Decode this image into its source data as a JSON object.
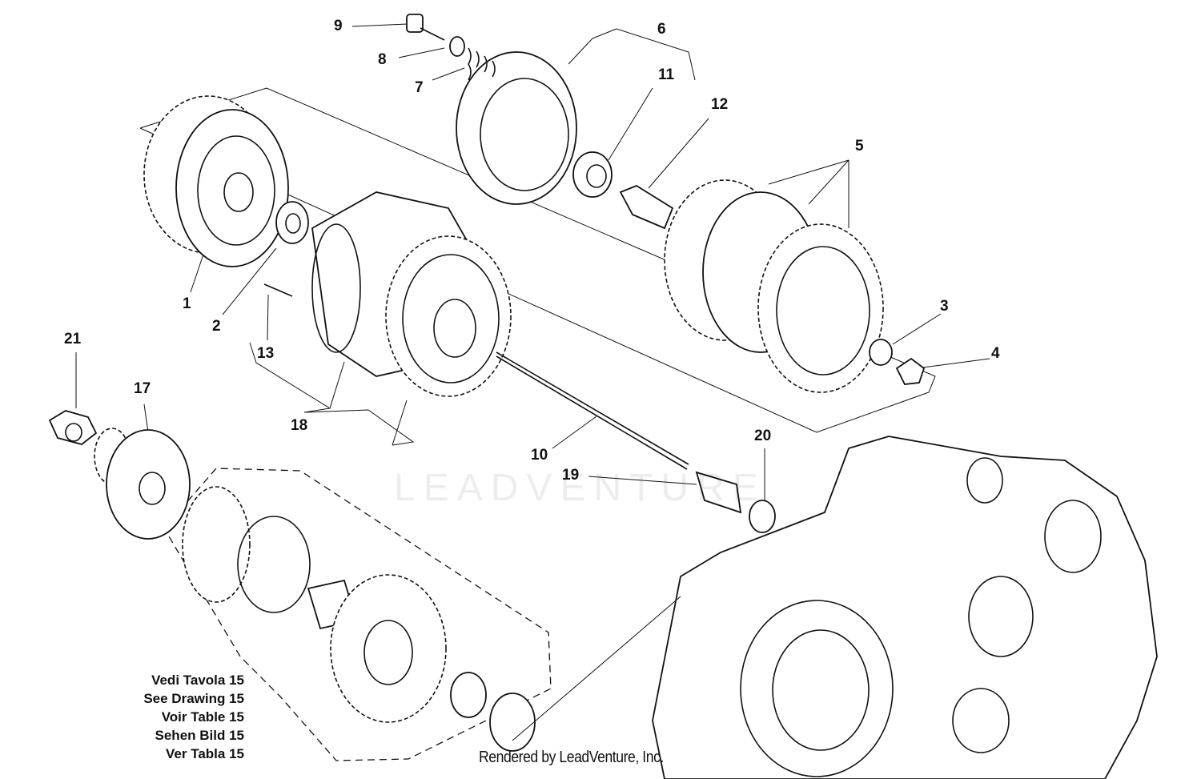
{
  "callouts": {
    "c1": "1",
    "c2": "2",
    "c3": "3",
    "c4": "4",
    "c5": "5",
    "c6": "6",
    "c7": "7",
    "c8": "8",
    "c9": "9",
    "c10": "10",
    "c11": "11",
    "c12": "12",
    "c13": "13",
    "c17": "17",
    "c18": "18",
    "c19": "19",
    "c20": "20",
    "c21": "21"
  },
  "reference_note": {
    "it": "Vedi Tavola 15",
    "en": "See Drawing 15",
    "fr": "Voir Table 15",
    "de": "Sehen Bild 15",
    "es": "Ver Tabla 15"
  },
  "watermark": "LEADVENTURE",
  "footer": "Rendered by LeadVenture, Inc."
}
